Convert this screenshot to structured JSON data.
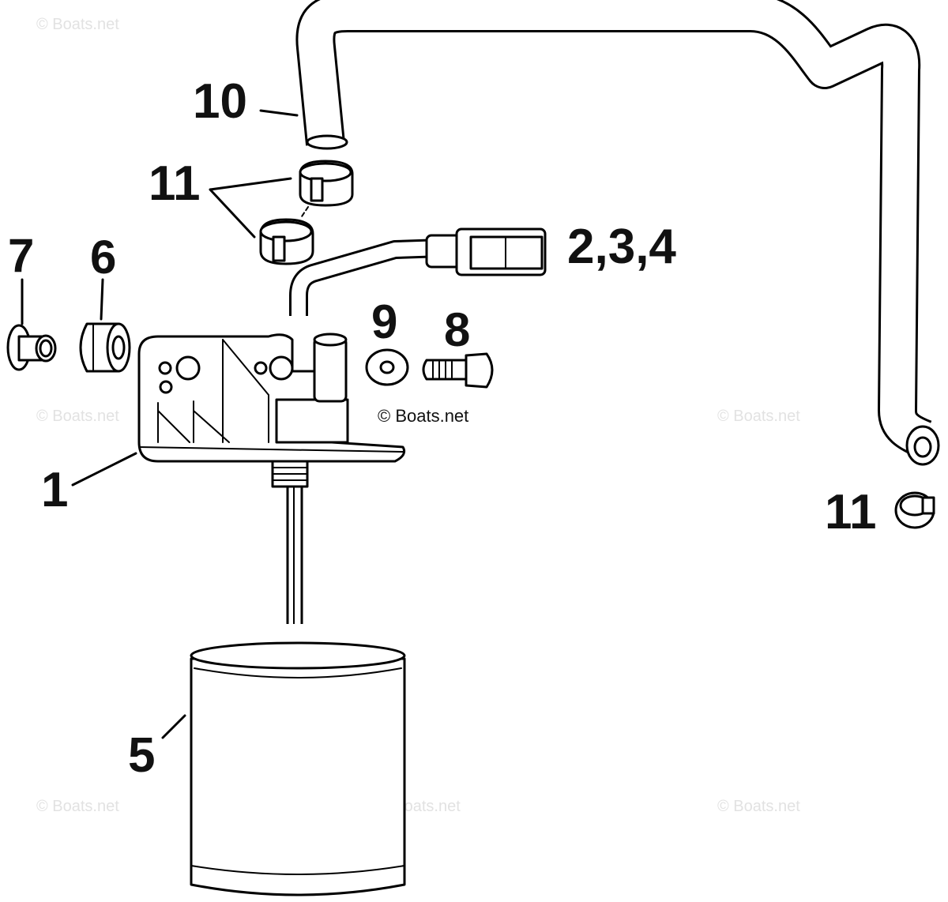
{
  "diagram": {
    "watermark": "© Boats.net",
    "copyright": "© Boats.net",
    "callouts": {
      "c1": "1",
      "c234": "2,3,4",
      "c5": "5",
      "c6": "6",
      "c7": "7",
      "c8": "8",
      "c9": "9",
      "c10": "10",
      "c11_upper": "11",
      "c11_lower": "11"
    }
  },
  "colors": {
    "line": "#000000",
    "label": "#111111",
    "watermark": "#e2e2e2",
    "background": "#ffffff"
  }
}
